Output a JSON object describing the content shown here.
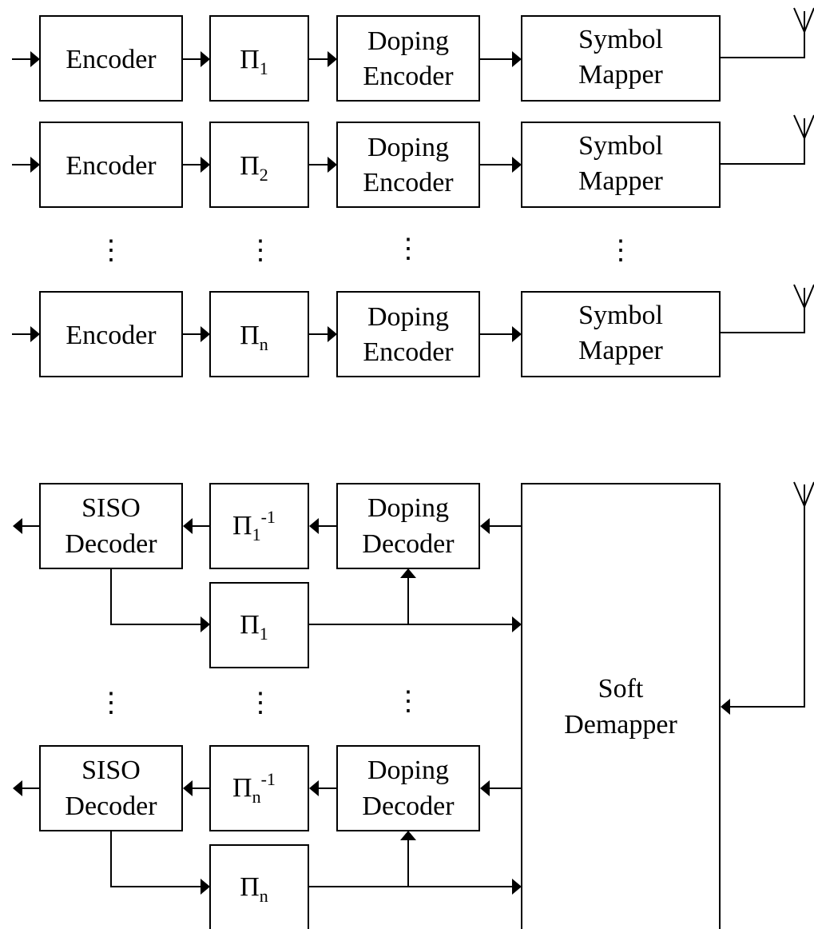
{
  "transmitter": {
    "rows": [
      {
        "encoder": "Encoder",
        "pi": "Π",
        "pi_sub": "1",
        "doping": [
          "Doping",
          "Encoder"
        ],
        "mapper": [
          "Symbol",
          "Mapper"
        ]
      },
      {
        "encoder": "Encoder",
        "pi": "Π",
        "pi_sub": "2",
        "doping": [
          "Doping",
          "Encoder"
        ],
        "mapper": [
          "Symbol",
          "Mapper"
        ]
      },
      {
        "encoder": "Encoder",
        "pi": "Π",
        "pi_sub": "n",
        "doping": [
          "Doping",
          "Encoder"
        ],
        "mapper": [
          "Symbol",
          "Mapper"
        ]
      }
    ],
    "ellipsis": "⋮"
  },
  "receiver": {
    "rows": [
      {
        "siso": [
          "SISO",
          "Decoder"
        ],
        "deint": "Π",
        "deint_sub": "1",
        "deint_sup": "-1",
        "doping": [
          "Doping",
          "Decoder"
        ],
        "int": "Π",
        "int_sub": "1"
      },
      {
        "siso": [
          "SISO",
          "Decoder"
        ],
        "deint": "Π",
        "deint_sub": "n",
        "deint_sup": "-1",
        "doping": [
          "Doping",
          "Decoder"
        ],
        "int": "Π",
        "int_sub": "n"
      }
    ],
    "demapper": [
      "Soft",
      "Demapper"
    ],
    "ellipsis": "⋮"
  }
}
